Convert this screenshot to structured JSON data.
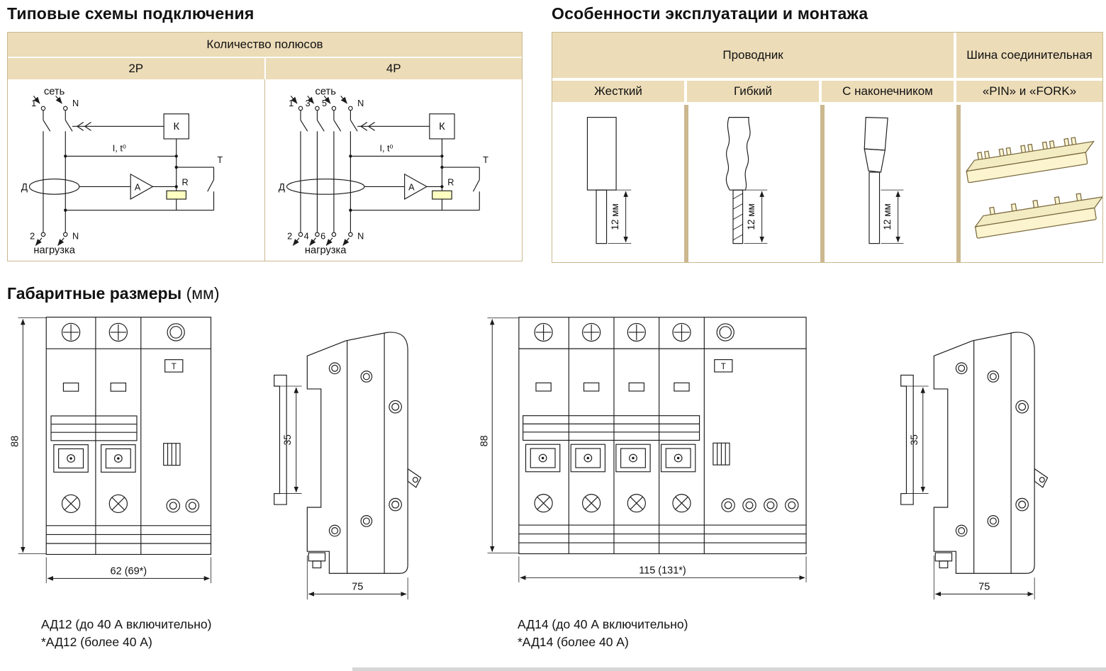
{
  "colors": {
    "header_bg": "#ecdcb8",
    "grid_tan": "#cbb88e",
    "resistor_yellow": "#ffffc2",
    "bus_fill": "#fbf4cf"
  },
  "schemes": {
    "title": "Типовые схемы подключения",
    "header": "Количество полюсов",
    "columns": [
      "2Р",
      "4Р"
    ],
    "d2": {
      "net": "сеть",
      "load": "нагрузка",
      "t1": "1",
      "t2": "N",
      "b1": "2",
      "b2": "N",
      "k": "К",
      "d": "Д",
      "a": "А",
      "r": "R",
      "t": "Т",
      "release": "I, t⁰"
    },
    "d4": {
      "net": "сеть",
      "load": "нагрузка",
      "t1": "1",
      "t2": "3",
      "t3": "5",
      "t4": "N",
      "b1": "2",
      "b2": "4",
      "b3": "6",
      "b4": "N",
      "k": "К",
      "d": "Д",
      "a": "А",
      "r": "R",
      "t": "Т",
      "release": "I, t⁰"
    }
  },
  "features": {
    "title": "Особенности эксплуатации и монтажа",
    "conductor": "Проводник",
    "bus": "Шина соединительная",
    "cols": [
      "Жесткий",
      "Гибкий",
      "С наконечником",
      "«PIN» и «FORK»"
    ],
    "len": "12 мм"
  },
  "dims": {
    "title": "Габаритные размеры",
    "units": "(мм)",
    "test": "Т",
    "ad12": {
      "h": "88",
      "w": "62 (69*)",
      "d": "75",
      "rail": "35",
      "cap1": "АД12 (до 40 А включительно)",
      "cap2": "*АД12 (более 40 А)"
    },
    "ad14": {
      "h": "88",
      "w": "115 (131*)",
      "d": "75",
      "rail": "35",
      "cap1": "АД14 (до 40 А включительно)",
      "cap2": "*АД14 (более 40 А)"
    }
  }
}
